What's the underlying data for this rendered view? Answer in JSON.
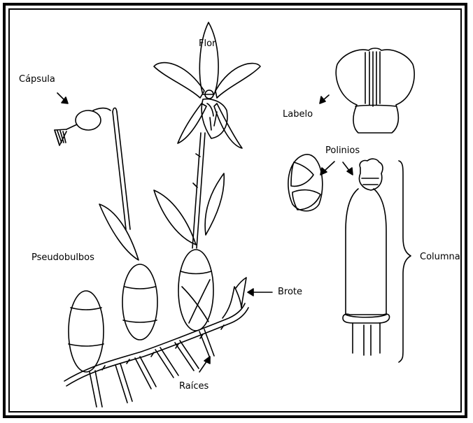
{
  "labels": {
    "flor": "Flor",
    "capsula": "Cápsula",
    "labelo": "Labelo",
    "polinios": "Polinios",
    "pseudobulbos": "Pseudobulbos",
    "columna": "Columna",
    "brote": "Brote",
    "raices": "Raíces"
  },
  "colors": {
    "stroke": "#000000",
    "background": "#ffffff"
  }
}
